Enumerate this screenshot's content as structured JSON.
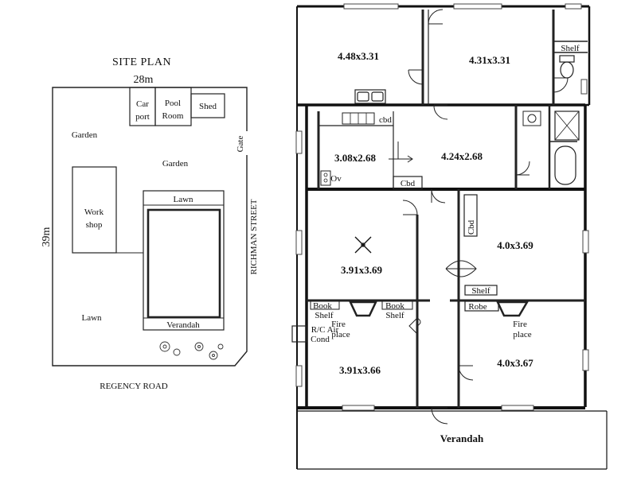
{
  "site_plan": {
    "title": "SITE PLAN",
    "width_label": "28m",
    "depth_label": "39m",
    "road_label": "REGENCY ROAD",
    "street_label": "RICHMAN STREET",
    "gate_label": "Gate",
    "carport_line1": "Car",
    "carport_line2": "port",
    "pool_room_line1": "Pool",
    "pool_room_line2": "Room",
    "shed_label": "Shed",
    "garden_left": "Garden",
    "garden_center": "Garden",
    "workshop_line1": "Work",
    "workshop_line2": "shop",
    "lawn_house": "Lawn",
    "lawn_yard": "Lawn",
    "verandah_label": "Verandah"
  },
  "floor_plan": {
    "rooms": {
      "top_left": "4.48x3.31",
      "top_right": "4.31x3.31",
      "kitchen": "3.08x2.68",
      "family": "4.24x2.68",
      "left_middle": "3.91x3.69",
      "right_middle": "4.0x3.69",
      "left_front": "3.91x3.66",
      "right_front": "4.0x3.67"
    },
    "labels": {
      "shelf_top": "Shelf",
      "cbd_kitchen": "cbd",
      "oven": "Ov",
      "cbd_hall": "Cbd",
      "cbd_vertical": "Cbd",
      "shelf_right": "Shelf",
      "robe": "Robe",
      "book_shelf_left_1": "Book",
      "book_shelf_left_2": "Shelf",
      "book_shelf_right_1": "Book",
      "book_shelf_right_2": "Shelf",
      "aircon_1": "R/C Air",
      "aircon_2": "Cond",
      "fireplace_left_1": "Fire",
      "fireplace_left_2": "place",
      "fireplace_right_1": "Fire",
      "fireplace_right_2": "place",
      "verandah": "Verandah"
    }
  }
}
